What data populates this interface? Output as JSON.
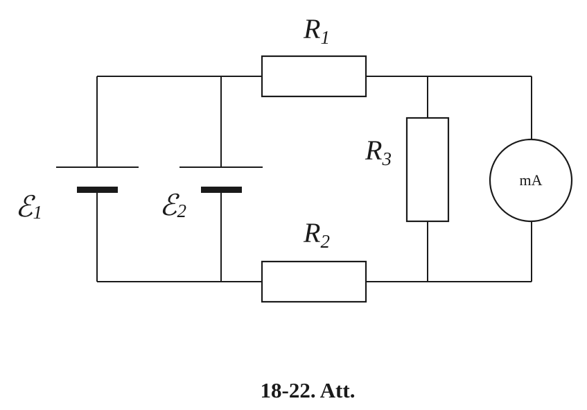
{
  "components": {
    "r1": {
      "symbol": "R",
      "subscript": "1"
    },
    "r2": {
      "symbol": "R",
      "subscript": "2"
    },
    "r3": {
      "symbol": "R",
      "subscript": "3"
    },
    "emf1": {
      "symbol": "ℰ",
      "subscript": "1"
    },
    "emf2": {
      "symbol": "ℰ",
      "subscript": "2"
    },
    "meter": {
      "label": "mA"
    }
  },
  "caption": "18-22. Att."
}
